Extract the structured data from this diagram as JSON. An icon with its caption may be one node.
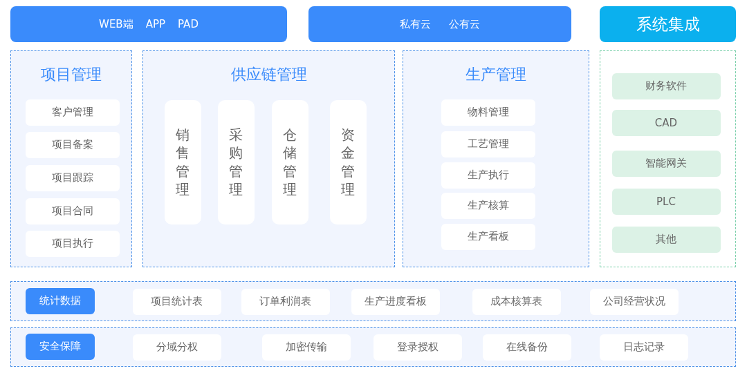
{
  "diagram": {
    "nodes": [
      {
        "text": [
          "WEB端",
          "APP",
          "PAD"
        ]
      },
      {
        "text": [
          "私有云",
          "公有云"
        ]
      },
      {
        "text": [
          "系统集成"
        ]
      },
      {
        "text": [
          "项目管理"
        ]
      },
      {
        "text": [
          "客户管理"
        ],
        "in": 3
      },
      {
        "text": [
          "项目备案"
        ],
        "in": 3
      },
      {
        "text": [
          "项目跟踪"
        ],
        "in": 3
      },
      {
        "text": [
          "项目合同"
        ],
        "in": 3
      },
      {
        "text": [
          "项目执行"
        ],
        "in": 3
      },
      {
        "text": [
          "供应链管理"
        ]
      },
      {
        "text": [
          "销售管理"
        ],
        "in": 9
      },
      {
        "text": [
          "采购管理"
        ],
        "in": 9
      },
      {
        "text": [
          "仓储管理"
        ],
        "in": 9
      },
      {
        "text": [
          "资金管理"
        ],
        "in": 9
      },
      {
        "text": [
          "生产管理"
        ]
      },
      {
        "text": [
          "物料管理"
        ],
        "in": 14
      },
      {
        "text": [
          "工艺管理"
        ],
        "in": 14
      },
      {
        "text": [
          "生产执行"
        ],
        "in": 14
      },
      {
        "text": [
          "生产核算"
        ],
        "in": 14
      },
      {
        "text": [
          "生产看板"
        ],
        "in": 14
      },
      {
        "text": [],
        "shape": "box"
      },
      {
        "text": [
          "财务软件"
        ],
        "in": 20
      },
      {
        "text": [
          "CAD"
        ],
        "in": 20
      },
      {
        "text": [
          "智能网关"
        ],
        "in": 20
      },
      {
        "text": [
          "PLC"
        ],
        "in": 20
      },
      {
        "text": [
          "其他"
        ],
        "in": 20
      },
      {
        "text": [],
        "shape": "box"
      },
      {
        "text": [
          "统计数据"
        ],
        "in": 26
      },
      {
        "text": [
          "项目统计表"
        ],
        "in": 26
      },
      {
        "text": [
          "订单利润表"
        ],
        "in": 26
      },
      {
        "text": [
          "生产进度看板"
        ],
        "in": 26
      },
      {
        "text": [
          "成本核算表"
        ],
        "in": 26
      },
      {
        "text": [
          "公司经营状况"
        ],
        "in": 26
      },
      {
        "text": [],
        "shape": "box"
      },
      {
        "text": [
          "安全保障"
        ],
        "in": 33
      },
      {
        "text": [
          "分域分权"
        ],
        "in": 33
      },
      {
        "text": [
          "加密传输"
        ],
        "in": 33
      },
      {
        "text": [
          "登录授权"
        ],
        "in": 33
      },
      {
        "text": [
          "在线备份"
        ],
        "in": 33
      },
      {
        "text": [
          "日志记录"
        ],
        "in": 33
      }
    ]
  }
}
